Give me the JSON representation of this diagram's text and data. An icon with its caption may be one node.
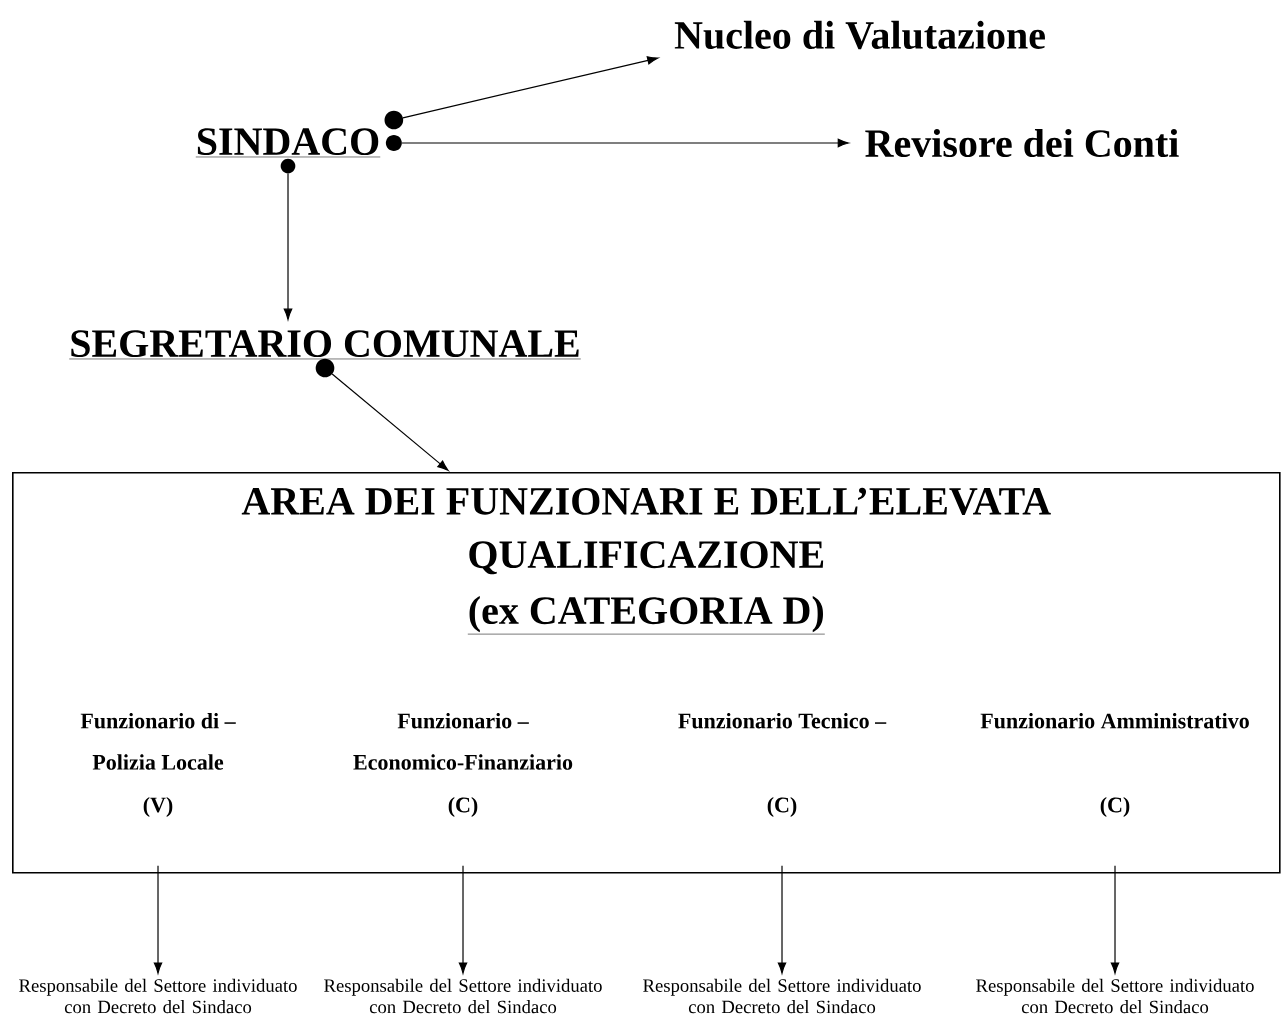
{
  "diagram": {
    "nodes": [
      {
        "text": [
          "SINDACO"
        ]
      },
      {
        "text": [
          "Nucleo di Valutazione"
        ]
      },
      {
        "text": [
          "Revisore dei Conti"
        ]
      },
      {
        "text": [
          "SEGRETARIO COMUNALE"
        ]
      },
      {
        "text": [
          "AREA DEI FUNZIONARI E DELL’ELEVATA QUALIFICAZIONE",
          "(ex CATEGORIA D)"
        ]
      },
      {
        "text": [
          "Funzionario di – Polizia Locale",
          "(V)"
        ],
        "in": 4
      },
      {
        "text": [
          "Funzionario – Economico-Finanziario",
          "(C)"
        ],
        "in": 4
      },
      {
        "text": [
          "Funzionario Tecnico –",
          "(C)"
        ],
        "in": 4
      },
      {
        "text": [
          "Funzionario Amministrativo",
          "(C)"
        ],
        "in": 4
      },
      {
        "text": [
          "Responsabile del Settore individuato con Decreto del Sindaco"
        ]
      },
      {
        "text": [
          "Responsabile del Settore individuato con Decreto del Sindaco"
        ]
      },
      {
        "text": [
          "Responsabile del Settore individuato con Decreto del Sindaco"
        ]
      },
      {
        "text": [
          "Responsabile del Settore individuato con Decreto del Sindaco"
        ]
      }
    ],
    "edges": [
      {
        "from": 0,
        "to": 1,
        "arrow": "to"
      },
      {
        "from": 0,
        "to": 2,
        "arrow": "to"
      },
      {
        "from": 0,
        "to": 3,
        "arrow": "to"
      },
      {
        "from": 3,
        "to": 4,
        "arrow": "to"
      },
      {
        "from": 5,
        "to": 9,
        "arrow": "to"
      },
      {
        "from": 6,
        "to": 10,
        "arrow": "to"
      },
      {
        "from": 7,
        "to": 11,
        "arrow": "to"
      },
      {
        "from": 8,
        "to": 12,
        "arrow": "to"
      }
    ]
  }
}
